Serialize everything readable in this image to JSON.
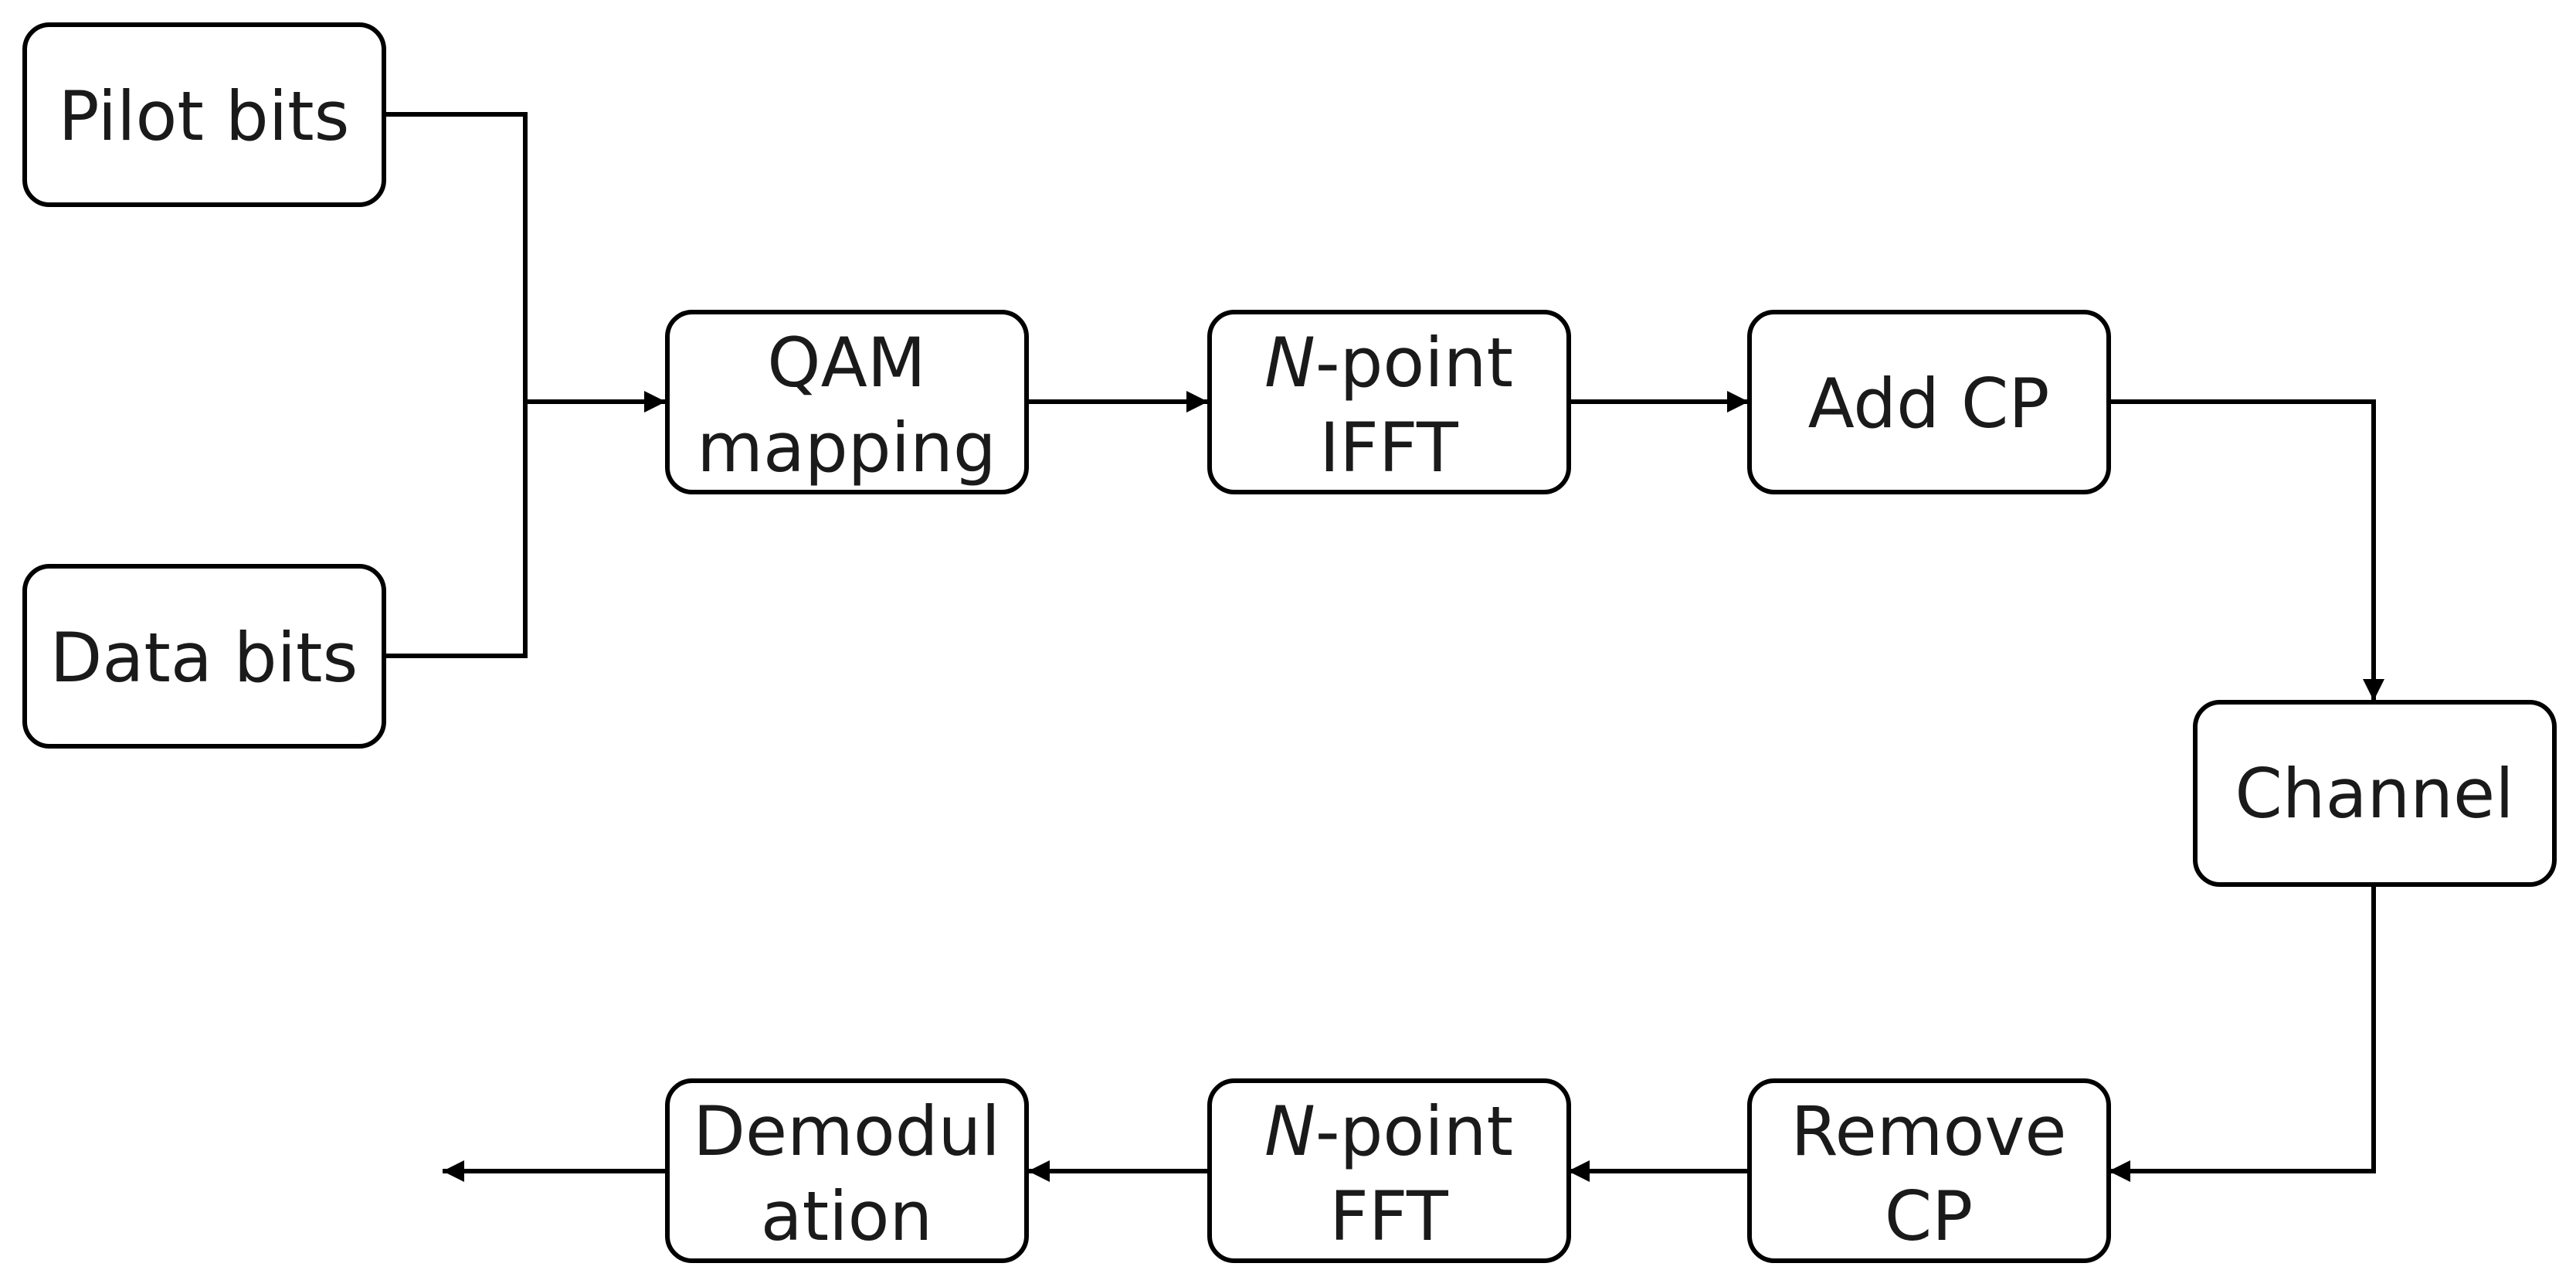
{
  "diagram": {
    "blocks": {
      "pilot_bits": {
        "lines": [
          "Pilot bits"
        ]
      },
      "data_bits": {
        "lines": [
          "Data bits"
        ]
      },
      "qam_mapping": {
        "lines": [
          "QAM",
          "mapping"
        ]
      },
      "ifft": {
        "lines": [
          {
            "italic": "N",
            "rest": "-point"
          },
          "IFFT"
        ]
      },
      "add_cp": {
        "lines": [
          "Add CP"
        ]
      },
      "channel": {
        "lines": [
          "Channel"
        ]
      },
      "remove_cp": {
        "lines": [
          "Remove",
          "CP"
        ]
      },
      "fft": {
        "lines": [
          {
            "italic": "N",
            "rest": "-point"
          },
          "FFT"
        ]
      },
      "demodulation": {
        "lines": [
          "Demodul",
          "ation"
        ]
      }
    }
  }
}
